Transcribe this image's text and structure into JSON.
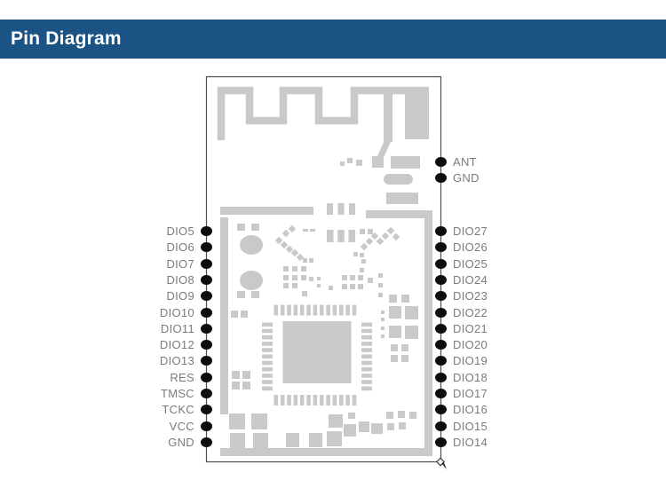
{
  "header": {
    "title": "Pin Diagram"
  },
  "module": {
    "top_pins": [
      "ANT",
      "GND"
    ],
    "left_pins": [
      "DIO5",
      "DIO6",
      "DIO7",
      "DIO8",
      "DIO9",
      "DIO10",
      "DIO11",
      "DIO12",
      "DIO13",
      "RES",
      "TMSC",
      "TCKC",
      "VCC",
      "GND"
    ],
    "right_pins": [
      "DIO27",
      "DIO26",
      "DIO25",
      "DIO24",
      "DIO23",
      "DIO22",
      "DIO21",
      "DIO20",
      "DIO19",
      "DIO18",
      "DIO17",
      "DIO16",
      "DIO15",
      "DIO14"
    ]
  },
  "colors": {
    "header_bg": "#1b5385",
    "header_text": "#ffffff",
    "pcb_copper": "#c9c9c9",
    "module_outline": "#4c4c4c",
    "pin_dot": "#0d0d0d",
    "pin_label": "#7b7b7b"
  }
}
